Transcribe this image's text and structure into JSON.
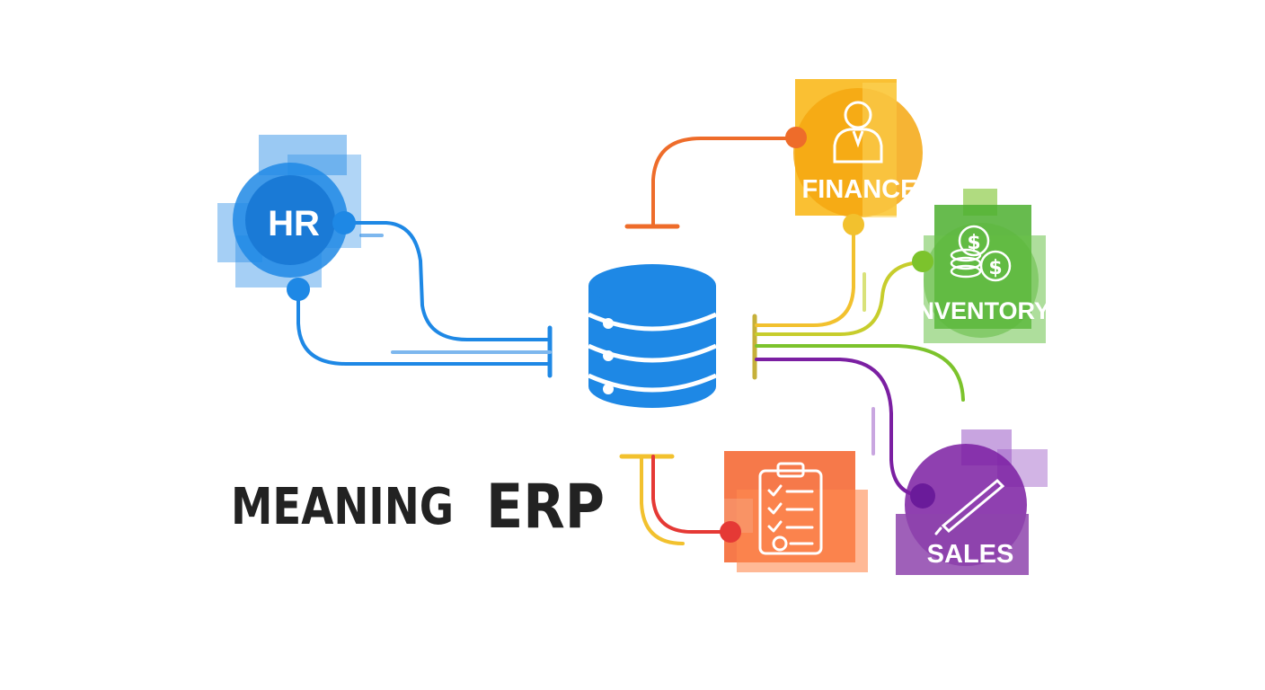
{
  "diagram": {
    "title_part1": "MEANING",
    "title_part2": "ERP",
    "hub": {
      "icon": "database-icon"
    },
    "modules": [
      {
        "id": "hr",
        "label": "HR",
        "color": "#1e88e5",
        "icon": ""
      },
      {
        "id": "finance",
        "label": "FINANCE",
        "color": "#f9b50f",
        "icon": "person-icon"
      },
      {
        "id": "inventory",
        "label": "INVENTORY",
        "color": "#4caf2f",
        "icon": "coins-icon"
      },
      {
        "id": "sales",
        "label": "SALES",
        "color": "#7b1fa2",
        "icon": "pen-icon"
      },
      {
        "id": "tasks",
        "label": "",
        "color": "#f4622a",
        "icon": "checklist-icon"
      }
    ],
    "colors": {
      "blue": "#1e88e5",
      "orange": "#ee6c2a",
      "yellow": "#f2c12e",
      "green": "#7cc32c",
      "purple": "#7b1fa2",
      "red": "#e53935",
      "text": "#222222"
    }
  }
}
